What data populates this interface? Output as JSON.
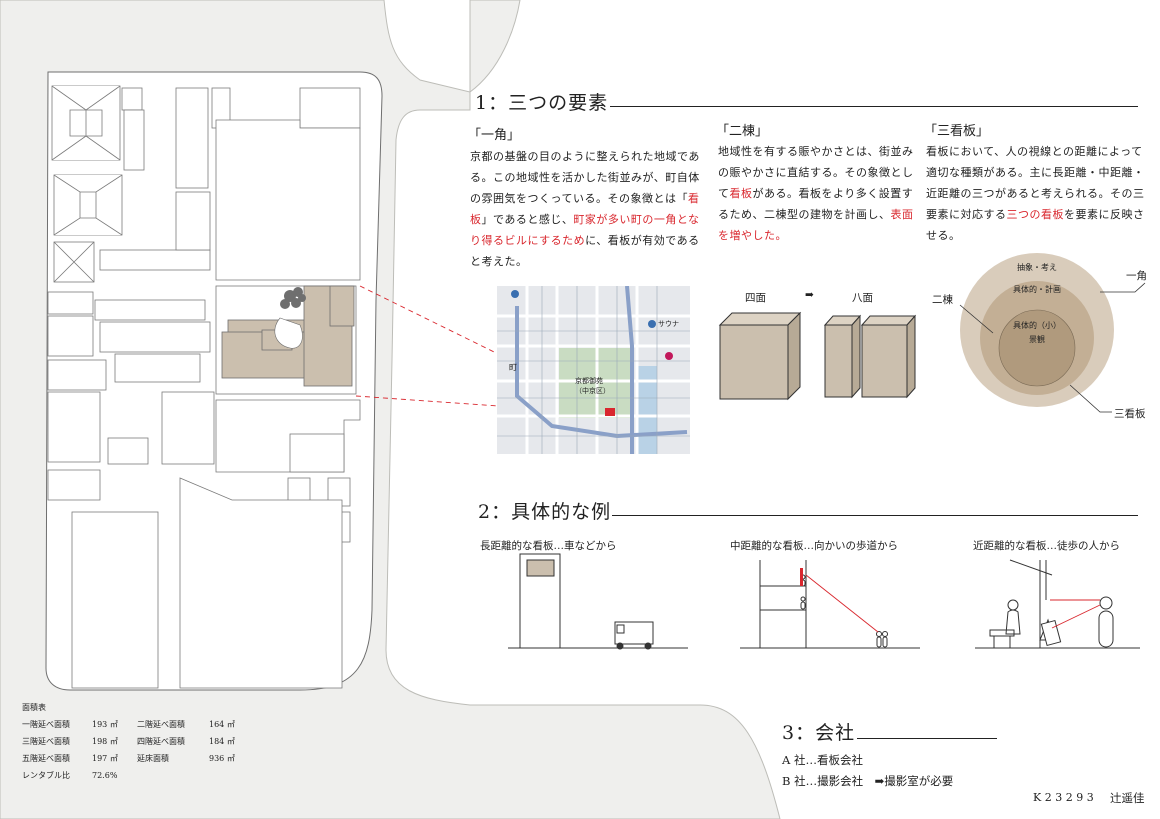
{
  "colors": {
    "building": "#cbbfae",
    "ground": "#efefed",
    "accent": "#d9272e",
    "ring_outer": "#d9ccbb",
    "ring_mid": "#c3af95",
    "ring_inner": "#b09a7d"
  },
  "section1": {
    "title": "1：三つの要素",
    "col1": {
      "heading": "「一角」",
      "parts": [
        {
          "t": "京都の基盤の目のように整えられた地域である。この地域性を活かした街並みが、町自体の雰囲気をつくっている。その象徴とは「",
          "hl": false
        },
        {
          "t": "看板",
          "hl": true
        },
        {
          "t": "」であると感じ、",
          "hl": false
        },
        {
          "t": "町家が多い町の一角となり得るビルにするため",
          "hl": true
        },
        {
          "t": "に、看板が有効であると考えた。",
          "hl": false
        }
      ]
    },
    "col2": {
      "heading": "「二棟」",
      "parts": [
        {
          "t": "地域性を有する賑やかさとは、街並みの賑やかさに直結する。その象徴として",
          "hl": false
        },
        {
          "t": "看板",
          "hl": true
        },
        {
          "t": "がある。看板をより多く設置するため、二棟型の建物を計画し、",
          "hl": false
        },
        {
          "t": "表面を増やした。",
          "hl": true
        }
      ]
    },
    "col3": {
      "heading": "「三看板」",
      "parts": [
        {
          "t": "看板において、人の視線との距離によって適切な種類がある。主に長距離・中距離・近距離の三つがあると考えられる。その三要素に対応する",
          "hl": false
        },
        {
          "t": "三つの看板",
          "hl": true
        },
        {
          "t": "を要素に反映させる。",
          "hl": false
        }
      ]
    },
    "boxes": {
      "label_four": "四面",
      "arrow": "➡",
      "label_eight": "八面"
    },
    "circle": {
      "outer_text": "抽象・考え",
      "mid_text": "具体的・計画",
      "inner_text_1": "具体的（小）",
      "inner_text_2": "景観",
      "callout_corner": "一角",
      "callout_two": "二棟",
      "callout_three": "三看板"
    },
    "map": {
      "park": "京都御苑\n（中京区）",
      "label_right": "サウナ",
      "label_town": "町"
    }
  },
  "section2": {
    "title": "2：具体的な例",
    "ex1": "長距離的な看板…車などから",
    "ex2": "中距離的な看板…向かいの歩道から",
    "ex3": "近距離的な看板…徒歩の人から"
  },
  "section3": {
    "title": "3：会社",
    "line_a": "A 社…看板会社",
    "line_b_prefix": "B 社…撮影会社　",
    "line_b_arrow": "➡",
    "line_b_suffix": "撮影室が必要"
  },
  "footer": {
    "student_id": "K 2 3 2 9 3",
    "name": "辻遥佳"
  },
  "area_table": {
    "title": "面積表",
    "rows": [
      {
        "l1": "一階延べ面積",
        "v1": "193 ㎡",
        "l2": "二階延べ面積",
        "v2": "164 ㎡"
      },
      {
        "l1": "三階延べ面積",
        "v1": "198 ㎡",
        "l2": "四階延べ面積",
        "v2": "184 ㎡"
      },
      {
        "l1": "五階延べ面積",
        "v1": "197 ㎡",
        "l2": "延床面積",
        "v2": "936 ㎡"
      },
      {
        "l1": "レンタブル比",
        "v1": "72.6%",
        "l2": "",
        "v2": ""
      }
    ]
  }
}
